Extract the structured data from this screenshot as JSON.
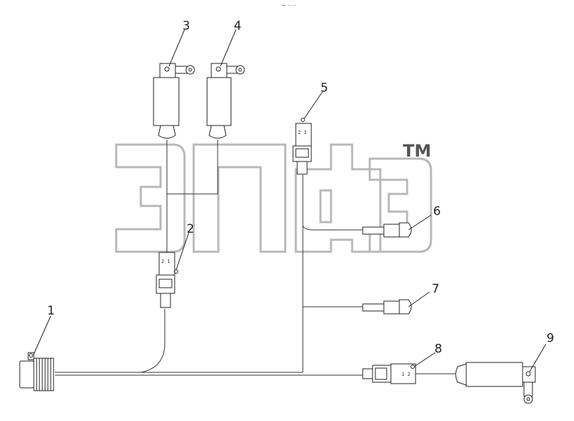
{
  "watermark": {
    "trademark": "TM"
  },
  "callouts": [
    "1",
    "2",
    "3",
    "4",
    "5",
    "6",
    "7",
    "8",
    "9"
  ],
  "sheet_mark": "¬ ---",
  "connector_marks": {
    "c2": "2 1",
    "c5": "2 1",
    "c8": "1 2"
  }
}
